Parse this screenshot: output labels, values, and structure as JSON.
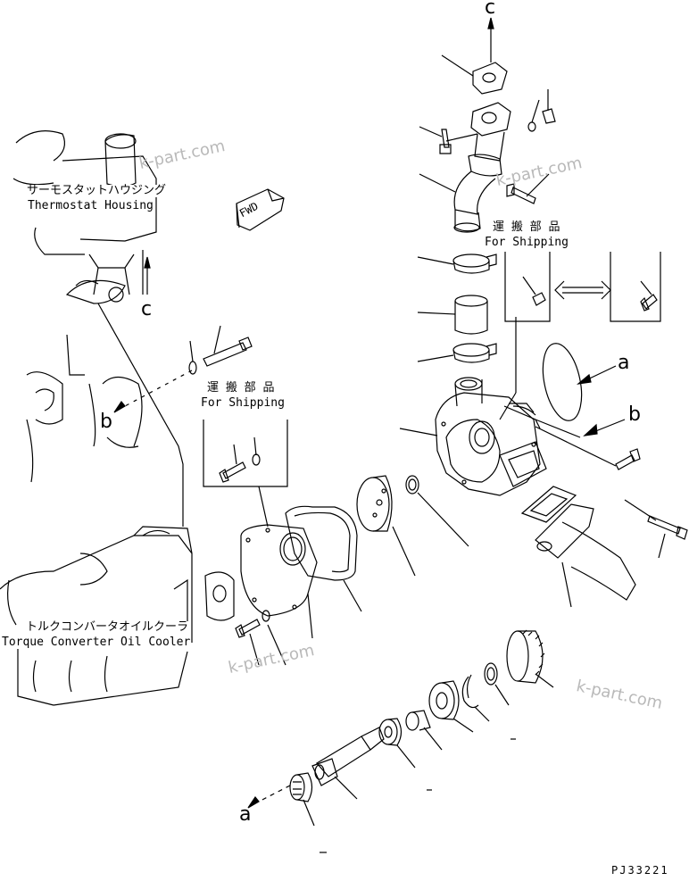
{
  "labels": {
    "thermostat_jp": "サーモスタットハウジング",
    "thermostat_en": "Thermostat Housing",
    "shipping1_jp": "運 搬 部 品",
    "shipping1_en": "For Shipping",
    "shipping2_jp": "運 搬 部 品",
    "shipping2_en": "For Shipping",
    "torque_jp": "トルクコンバータオイルクーラ",
    "torque_en": "Torque Converter Oil Cooler",
    "fwd": "FWD"
  },
  "refs": {
    "c_top": "c",
    "c_left": "c",
    "a_right": "a",
    "b_right": "b",
    "b_left": "b",
    "a_bottom": "a"
  },
  "watermarks": [
    "k-part.com",
    "k-part.com",
    "k-part.com",
    "k-part.com"
  ],
  "drawing_code": "PJ33221"
}
